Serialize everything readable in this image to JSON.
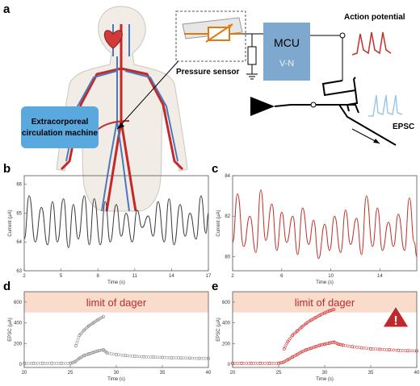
{
  "panel_labels": {
    "a": "a",
    "b": "b",
    "c": "c",
    "d": "d",
    "e": "e"
  },
  "schematic": {
    "extracorporeal": [
      "Extracorporeal",
      "circulation machine"
    ],
    "pressure_sensor": "Pressure sensor",
    "mcu": "MCU",
    "vn": "V-N",
    "action_potential": "Action potential",
    "epsc": "EPSC"
  },
  "colors": {
    "sensor_orange": "#e07a10",
    "mcu_blue": "#7fa8cf",
    "machine_blue": "#5aa9de",
    "red_trace": "#c0302a",
    "blue_trace": "#9cc7e8",
    "danger_zone": "#f9dccb",
    "danger_text": "#c0282a"
  },
  "chart_data": [
    {
      "id": "b",
      "type": "line",
      "xlabel": "Time (s)",
      "ylabel": "Current (μA)",
      "xticks": [
        "2",
        "5",
        "8",
        "11",
        "14",
        "17"
      ],
      "yticks": [
        "63",
        "64",
        "65",
        "66"
      ],
      "xlim": [
        2,
        17
      ],
      "ylim": [
        63,
        66.3
      ],
      "color": "#3a3a3a",
      "x": [
        2.0,
        2.4,
        2.9,
        3.4,
        3.9,
        4.3,
        4.7,
        5.2,
        5.6,
        6.0,
        6.4,
        6.9,
        7.3,
        7.7,
        8.2,
        8.6,
        9.0,
        9.5,
        9.9,
        10.3,
        10.8,
        11.2,
        11.6,
        12.1,
        12.5,
        12.9,
        13.4,
        13.8,
        14.2,
        14.7,
        15.1,
        15.5,
        16.0,
        16.4,
        16.8,
        17.0
      ],
      "y": [
        64.1,
        65.6,
        64.0,
        65.2,
        63.9,
        65.4,
        64.0,
        65.5,
        63.8,
        65.3,
        64.1,
        65.6,
        63.9,
        65.5,
        63.9,
        65.4,
        64.0,
        65.3,
        64.2,
        65.0,
        64.0,
        65.1,
        64.5,
        64.9,
        64.2,
        65.4,
        64.0,
        65.5,
        63.9,
        65.3,
        64.2,
        65.0,
        64.1,
        65.6,
        64.3,
        65.0
      ]
    },
    {
      "id": "c",
      "type": "line",
      "xlabel": "Time (s)",
      "ylabel": "Current (μA)",
      "xticks": [
        "2",
        "6",
        "10",
        "14"
      ],
      "yticks": [
        "80",
        "82",
        "84"
      ],
      "xlim": [
        2,
        17
      ],
      "ylim": [
        79.3,
        84
      ],
      "color": "#c0302a",
      "x": [
        2.0,
        2.4,
        2.9,
        3.4,
        3.9,
        4.3,
        4.7,
        5.2,
        5.6,
        6.0,
        6.4,
        6.9,
        7.3,
        7.7,
        8.2,
        8.6,
        9.0,
        9.5,
        9.9,
        10.3,
        10.8,
        11.2,
        11.6,
        12.1,
        12.5,
        12.9,
        13.4,
        13.8,
        14.2,
        14.7,
        15.1,
        15.5,
        16.0,
        16.4,
        16.8,
        17.0
      ],
      "y": [
        80.7,
        83.1,
        80.5,
        82.0,
        80.2,
        83.3,
        80.8,
        82.6,
        80.3,
        82.2,
        80.7,
        82.0,
        80.1,
        82.4,
        80.6,
        81.8,
        79.9,
        81.6,
        80.3,
        82.0,
        80.2,
        82.3,
        80.6,
        81.9,
        80.1,
        83.0,
        80.5,
        82.4,
        80.3,
        81.7,
        80.5,
        82.1,
        80.3,
        82.9,
        80.7,
        80.0
      ]
    },
    {
      "id": "d",
      "type": "scatter",
      "xlabel": "Time (s)",
      "ylabel": "EPSC (μA)",
      "xticks": [
        "20",
        "25",
        "30",
        "35",
        "40"
      ],
      "yticks": [
        "0",
        "200",
        "400",
        "600"
      ],
      "xlim": [
        20,
        40
      ],
      "ylim": [
        -30,
        700
      ],
      "danger_from": 500,
      "danger_label": "limit of dager",
      "color": "#888888",
      "series": [
        {
          "x": [
            20,
            21,
            22,
            23,
            24,
            25,
            25.5,
            26,
            26.5,
            27,
            27.5,
            28,
            28.6,
            29,
            30,
            31,
            32,
            33,
            34,
            35,
            36,
            37,
            38,
            39,
            40
          ],
          "y": [
            10,
            10,
            10,
            10,
            10,
            10,
            25,
            60,
            85,
            100,
            115,
            130,
            140,
            110,
            95,
            85,
            78,
            73,
            70,
            67,
            64,
            62,
            60,
            58,
            57
          ]
        },
        {
          "x": [
            25.6,
            26,
            26.5,
            27,
            27.5,
            28,
            28.6
          ],
          "y": [
            180,
            280,
            330,
            370,
            400,
            430,
            460
          ]
        }
      ]
    },
    {
      "id": "e",
      "type": "scatter",
      "xlabel": "Time (s)",
      "ylabel": "EPSC (μA)",
      "xticks": [
        "20",
        "25",
        "30",
        "35",
        "40"
      ],
      "yticks": [
        "0",
        "200",
        "400",
        "600"
      ],
      "xlim": [
        20,
        40
      ],
      "ylim": [
        -30,
        700
      ],
      "danger_from": 500,
      "danger_label": "limit of dager",
      "color": "#d23a3a",
      "series": [
        {
          "x": [
            20,
            21,
            22,
            23,
            24,
            25,
            25.5,
            26,
            26.5,
            27,
            27.5,
            28,
            28.5,
            29,
            29.5,
            30,
            30.5,
            31,
            31.5,
            32,
            33,
            34,
            35,
            36,
            37,
            38,
            39,
            40
          ],
          "y": [
            10,
            10,
            10,
            10,
            10,
            10,
            20,
            45,
            70,
            95,
            120,
            140,
            155,
            170,
            185,
            195,
            205,
            215,
            195,
            185,
            170,
            160,
            150,
            145,
            140,
            135,
            132,
            130
          ]
        },
        {
          "x": [
            25.6,
            26,
            26.5,
            27,
            27.5,
            28,
            28.5,
            29,
            29.5,
            30,
            30.5,
            31
          ],
          "y": [
            150,
            220,
            280,
            320,
            360,
            395,
            425,
            450,
            475,
            495,
            515,
            530
          ]
        }
      ]
    }
  ]
}
